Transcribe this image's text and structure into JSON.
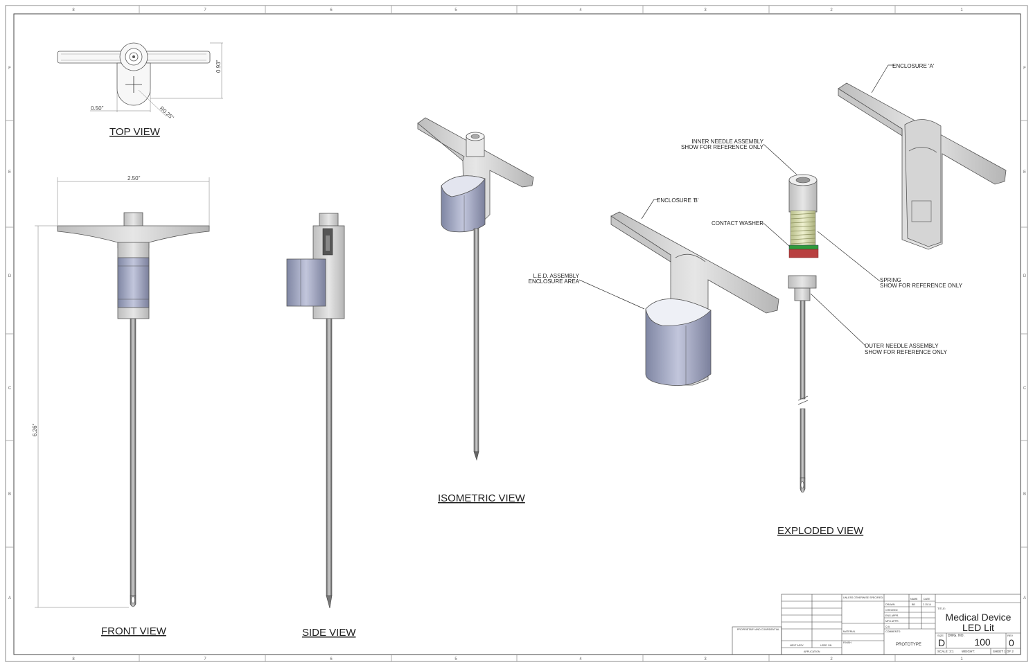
{
  "drawing": {
    "views": {
      "top": "TOP VIEW",
      "front": "FRONT VIEW",
      "side": "SIDE VIEW",
      "isometric": "ISOMETRIC VIEW",
      "exploded": "EXPLODED VIEW"
    },
    "dimensions": {
      "top_height": "0.93\"",
      "top_width": "0.50\"",
      "top_radius": "R0.25\"",
      "front_width": "2.50\"",
      "front_height": "6.26\""
    },
    "callouts": {
      "enclosure_a": "ENCLOSURE 'A'",
      "enclosure_b": "ENCLOSURE 'B'",
      "inner_needle_1": "INNER NEEDLE ASSEMBLY",
      "inner_needle_2": "SHOW FOR REFERENCE ONLY",
      "contact_washer": "CONTACT WASHER",
      "led_1": "L.E.D. ASSEMBLY",
      "led_2": "ENCLOSURE AREA",
      "spring_1": "SPRING",
      "spring_2": "SHOW FOR REFERENCE ONLY",
      "outer_needle_1": "OUTER NEEDLE ASSEMBLY",
      "outer_needle_2": "SHOW FOR REFERENCE ONLY"
    },
    "zones_cols": [
      "8",
      "7",
      "6",
      "5",
      "4",
      "3",
      "2",
      "1"
    ],
    "zones_rows": [
      "F",
      "E",
      "D",
      "C",
      "B",
      "A"
    ]
  },
  "title_block": {
    "title_label": "TITLE:",
    "title_line1": "Medical Device",
    "title_line2": "LED Lit",
    "size_label": "SIZE",
    "size": "D",
    "dwg_no_label": "DWG. NO.",
    "dwg_no": "100",
    "rev_label": "REV",
    "rev": "0",
    "scale": "SCALE: 2:1",
    "weight": "WEIGHT:",
    "sheet": "SHEET 1 OF 2",
    "prototype": "PROTOTYPE",
    "unless": "UNLESS OTHERWISE SPECIFIED:",
    "name_label": "NAME",
    "date_label": "DATE",
    "drawn": "DRAWN",
    "drawn_by": "BB",
    "drawn_date": "2.15.14",
    "checked": "CHECKED",
    "eng_appr": "ENG APPR.",
    "mfg_appr": "MFG APPR.",
    "qa": "Q.A.",
    "comments": "COMMENTS:",
    "material": "MATERIAL",
    "finish": "FINISH",
    "next_assy": "NEXT ASSY",
    "used_on": "USED ON",
    "application": "APPLICATION",
    "proprietary": "PROPRIETARY AND CONFIDENTIAL"
  }
}
